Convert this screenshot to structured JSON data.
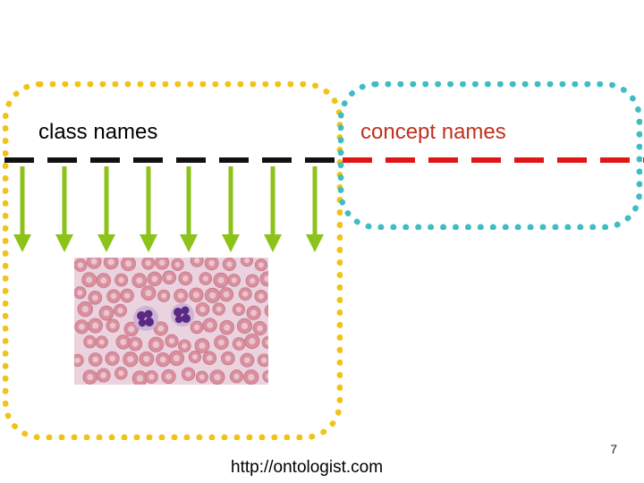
{
  "labels": {
    "class_names": "class names",
    "concept_names": "concept names"
  },
  "colors": {
    "class_box": "#f2c316",
    "concept_box": "#3fbcc4",
    "arrow": "#8cc21a",
    "class_line": "#111111",
    "concept_line": "#e01515",
    "concept_text": "#c0321f",
    "image_background": "#ead2de",
    "red_cell": "#d9909e",
    "nucleus": "#5a2a82"
  },
  "image": {
    "subject": "blood smear micrograph"
  },
  "footer": {
    "url": "http://ontologist.com",
    "page_number": "7"
  }
}
